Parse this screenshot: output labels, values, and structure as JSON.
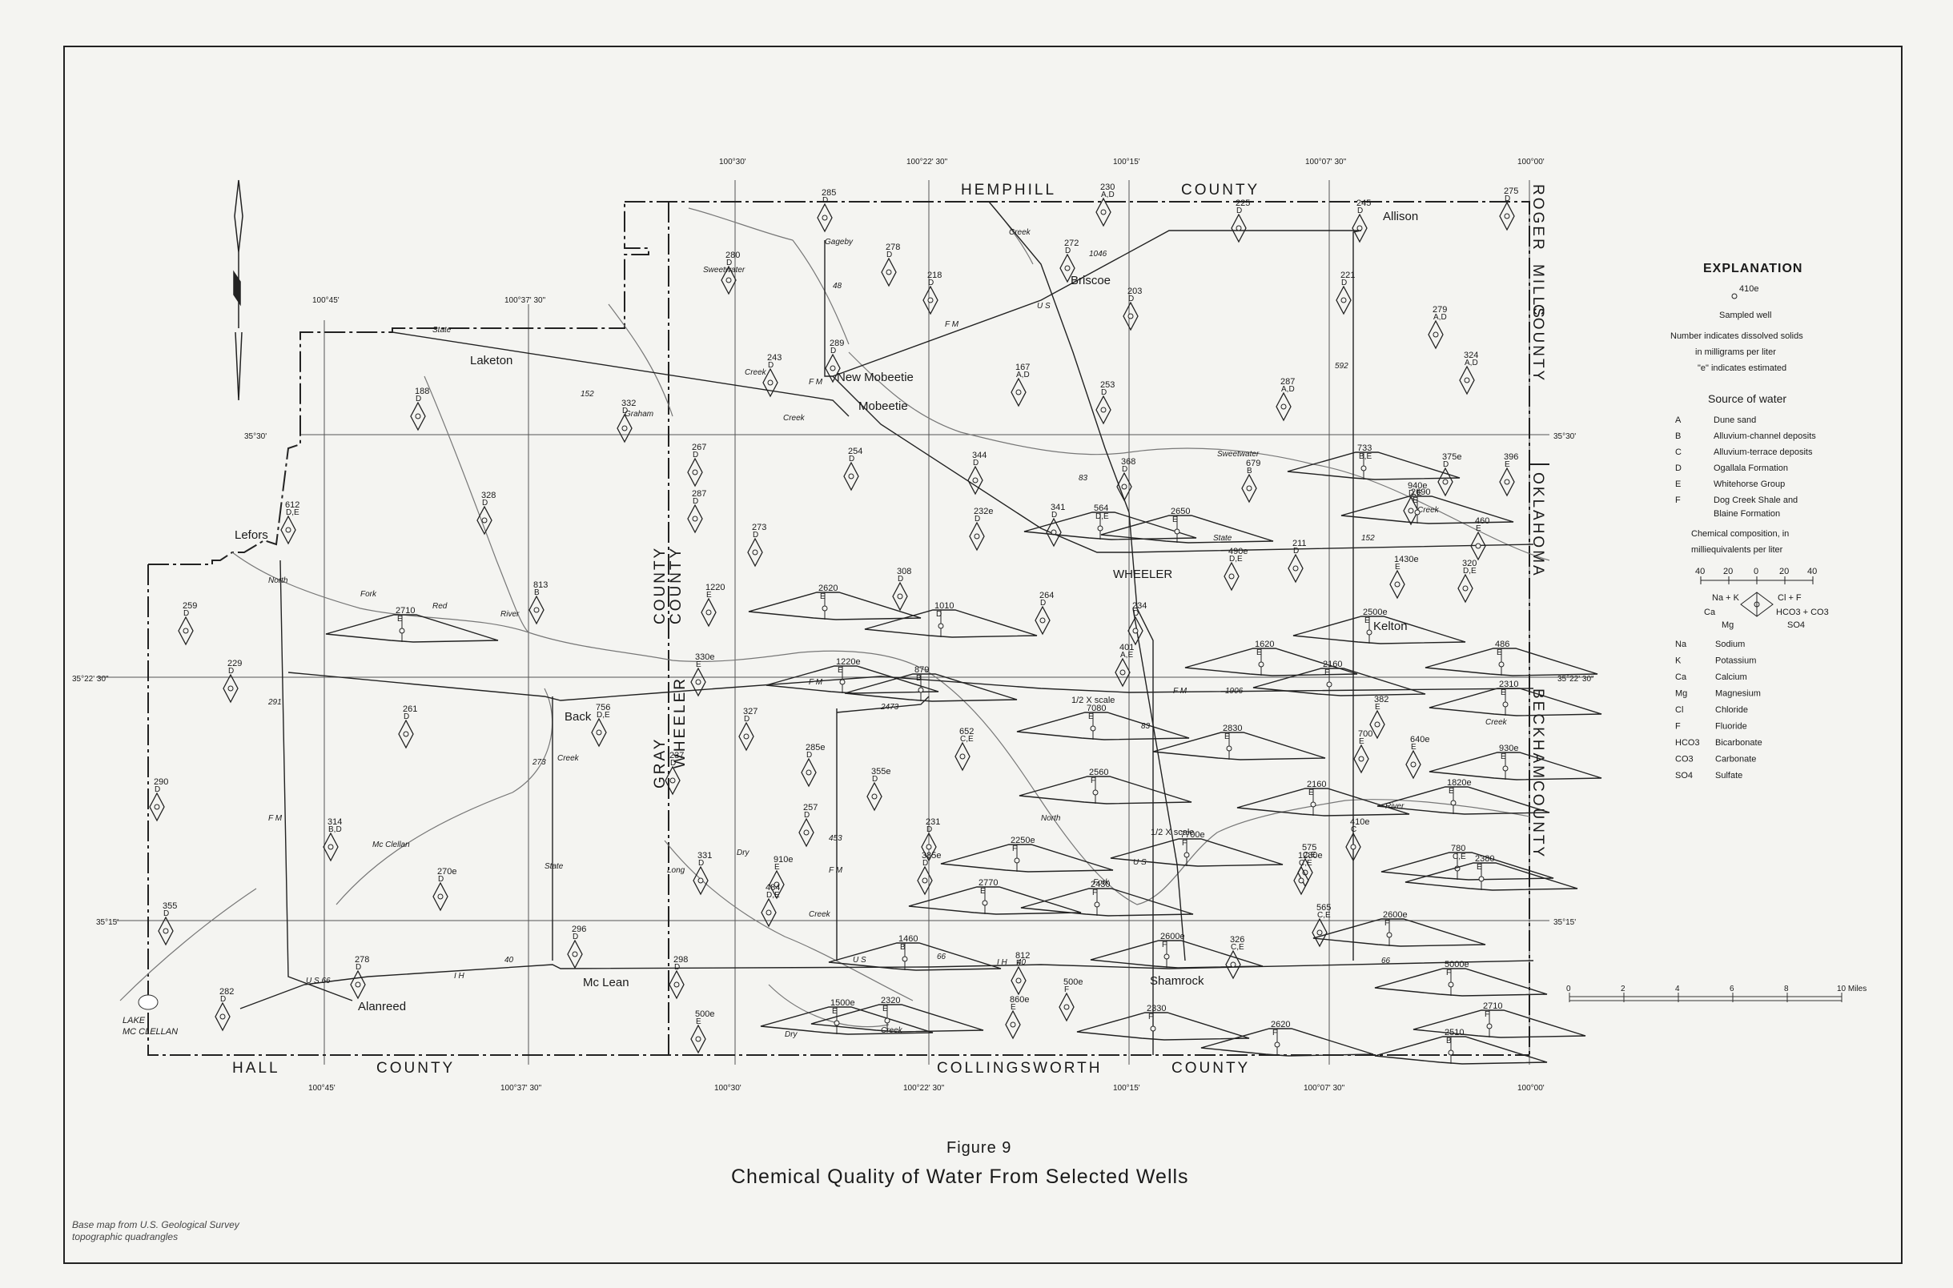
{
  "counties": {
    "hemphill": "HEMPHILL",
    "hemphill_suffix": "COUNTY",
    "roger_mills": "ROGER",
    "roger_mills_2": "MILLS",
    "roger_mills_3": "COUNTY",
    "oklahoma": "OKLAHOMA",
    "beckham": "BECKHAM",
    "beckham_2": "COUNTY",
    "gray": "GRAY",
    "gray_county": "COUNTY",
    "wheeler": "WHEELER",
    "wheeler_county": "COUNTY",
    "hall": "HALL",
    "hall_county": "COUNTY",
    "collingsworth": "COLLINGSWORTH",
    "collingsworth_county": "COUNTY"
  },
  "towns": {
    "allison": "Allison",
    "briscoe": "Briscoe",
    "new_mobeetie": "New Mobeetie",
    "mobeetie": "Mobeetie",
    "laketon": "Laketon",
    "lefors": "Lefors",
    "wheeler": "WHEELER",
    "kelton": "Kelton",
    "back": "Back",
    "mclean": "Mc Lean",
    "alanreed": "Alanreed",
    "shamrock": "Shamrock",
    "lake": "LAKE",
    "lake_2": "MC CLELLAN"
  },
  "coords": {
    "top_100_30": "100°30'",
    "top_100_22_30": "100°22' 30\"",
    "top_100_15": "100°15'",
    "top_100_07_30": "100°07' 30\"",
    "top_100_00": "100°00'",
    "left_100_45": "100°45'",
    "left_100_37_30": "100°37' 30\"",
    "lat_35_30": "35°30'",
    "lat_35_22_30": "35°22' 30\"",
    "lat_35_15": "35°15'",
    "bot_100_45": "100°45'",
    "bot_100_37_30": "100°37' 30\"",
    "bot_100_30": "100°30'",
    "bot_100_22_30": "100°22' 30\"",
    "bot_100_15": "100°15'",
    "bot_100_07_30": "100°07' 30\"",
    "bot_100_00": "100°00'"
  },
  "roads": {
    "state": "State",
    "fm": "F M",
    "us": "U S",
    "n152": "152",
    "n1046": "1046",
    "n592": "592",
    "n48": "48",
    "n1906": "1906",
    "n2473": "2473",
    "n291": "291",
    "n273": "273",
    "n453": "453",
    "n66": "66",
    "ih40": "I H",
    "n40": "40",
    "us66": "U S  66",
    "n83": "83"
  },
  "waters": {
    "gageby": "Gageby",
    "sweetwater": "Sweetwater",
    "creek": "Creek",
    "north_fork": "North",
    "fork": "Fork",
    "red": "Red",
    "river": "River",
    "mcclellan": "Mc Clellan",
    "long": "Long",
    "dry": "Dry",
    "grapevine": "Graham"
  },
  "scale_notes": {
    "half_scale_1": "1/2  X  scale",
    "half_scale_2": "1/2  X  scale"
  },
  "wells": [
    {
      "num": "285",
      "src": "D"
    },
    {
      "num": "230",
      "src": "A,D"
    },
    {
      "num": "272",
      "src": "D"
    },
    {
      "num": "225",
      "src": "D"
    },
    {
      "num": "245",
      "src": "D"
    },
    {
      "num": "275",
      "src": "D"
    },
    {
      "num": "280",
      "src": "D"
    },
    {
      "num": "278",
      "src": "D"
    },
    {
      "num": "218",
      "src": "D"
    },
    {
      "num": "203",
      "src": "D"
    },
    {
      "num": "221",
      "src": "D"
    },
    {
      "num": "289",
      "src": "D"
    },
    {
      "num": "243",
      "src": "D"
    },
    {
      "num": "279",
      "src": "A,D"
    },
    {
      "num": "188",
      "src": "D"
    },
    {
      "num": "167",
      "src": "A,D"
    },
    {
      "num": "253",
      "src": "D"
    },
    {
      "num": "287",
      "src": "A,D"
    },
    {
      "num": "324",
      "src": "A,D"
    },
    {
      "num": "332",
      "src": "D"
    },
    {
      "num": "267",
      "src": "D"
    },
    {
      "num": "254",
      "src": "D"
    },
    {
      "num": "344",
      "src": "D"
    },
    {
      "num": "368",
      "src": "D"
    },
    {
      "num": "679",
      "src": "B"
    },
    {
      "num": "733",
      "src": "B,E"
    },
    {
      "num": "940e",
      "src": "D,E"
    },
    {
      "num": "375e",
      "src": "D"
    },
    {
      "num": "396",
      "src": "E"
    },
    {
      "num": "612",
      "src": "D,E"
    },
    {
      "num": "328",
      "src": "D"
    },
    {
      "num": "287",
      "src": "D"
    },
    {
      "num": "273",
      "src": "D"
    },
    {
      "num": "232e",
      "src": "D"
    },
    {
      "num": "341",
      "src": "D"
    },
    {
      "num": "564",
      "src": "D,E"
    },
    {
      "num": "2650",
      "src": "E"
    },
    {
      "num": "2690",
      "src": "E"
    },
    {
      "num": "460",
      "src": "E"
    },
    {
      "num": "308",
      "src": "D"
    },
    {
      "num": "211",
      "src": "D"
    },
    {
      "num": "490e",
      "src": "D,E"
    },
    {
      "num": "1430e",
      "src": "E"
    },
    {
      "num": "320",
      "src": "D,E"
    },
    {
      "num": "813",
      "src": "B"
    },
    {
      "num": "1220",
      "src": "E"
    },
    {
      "num": "2620",
      "src": "E"
    },
    {
      "num": "259",
      "src": "D"
    },
    {
      "num": "1010",
      "src": "D"
    },
    {
      "num": "264",
      "src": "D"
    },
    {
      "num": "234",
      "src": "D"
    },
    {
      "num": "2500e",
      "src": "E"
    },
    {
      "num": "2710",
      "src": "E"
    },
    {
      "num": "401",
      "src": "A,E"
    },
    {
      "num": "1620",
      "src": "E"
    },
    {
      "num": "486",
      "src": "E"
    },
    {
      "num": "330e",
      "src": "E"
    },
    {
      "num": "1220e",
      "src": "E"
    },
    {
      "num": "879",
      "src": "B"
    },
    {
      "num": "2160",
      "src": "E"
    },
    {
      "num": "229",
      "src": "D"
    },
    {
      "num": "261",
      "src": "D"
    },
    {
      "num": "327",
      "src": "D"
    },
    {
      "num": "756",
      "src": "D,E"
    },
    {
      "num": "652",
      "src": "C,E"
    },
    {
      "num": "7080",
      "src": "E"
    },
    {
      "num": "382",
      "src": "E"
    },
    {
      "num": "2310",
      "src": "E"
    },
    {
      "num": "290",
      "src": "D"
    },
    {
      "num": "237",
      "src": "D"
    },
    {
      "num": "285e",
      "src": "D"
    },
    {
      "num": "355e",
      "src": "D"
    },
    {
      "num": "2830",
      "src": "E"
    },
    {
      "num": "640e",
      "src": "E"
    },
    {
      "num": "700",
      "src": "E"
    },
    {
      "num": "930e",
      "src": "E"
    },
    {
      "num": "314",
      "src": "B,D"
    },
    {
      "num": "257",
      "src": "D"
    },
    {
      "num": "231",
      "src": "D"
    },
    {
      "num": "2560",
      "src": "F"
    },
    {
      "num": "2160",
      "src": "E"
    },
    {
      "num": "1820e",
      "src": "E"
    },
    {
      "num": "270e",
      "src": "D"
    },
    {
      "num": "331",
      "src": "D"
    },
    {
      "num": "910e",
      "src": "E"
    },
    {
      "num": "385e",
      "src": "D"
    },
    {
      "num": "2250e",
      "src": "F"
    },
    {
      "num": "7700e",
      "src": "F"
    },
    {
      "num": "575",
      "src": "C,E"
    },
    {
      "num": "410e",
      "src": "C"
    },
    {
      "num": "780",
      "src": "C,E"
    },
    {
      "num": "1280e",
      "src": "C,E"
    },
    {
      "num": "2380",
      "src": "E"
    },
    {
      "num": "355",
      "src": "D"
    },
    {
      "num": "296",
      "src": "D"
    },
    {
      "num": "484",
      "src": "D,E"
    },
    {
      "num": "2770",
      "src": "E"
    },
    {
      "num": "2430",
      "src": "F"
    },
    {
      "num": "565",
      "src": "C,E"
    },
    {
      "num": "2600e",
      "src": "F"
    },
    {
      "num": "278",
      "src": "D"
    },
    {
      "num": "298",
      "src": "D"
    },
    {
      "num": "1460",
      "src": "B"
    },
    {
      "num": "812",
      "src": "E"
    },
    {
      "num": "2600e",
      "src": "F"
    },
    {
      "num": "326",
      "src": "C,E"
    },
    {
      "num": "5000e",
      "src": "F"
    },
    {
      "num": "282",
      "src": "D"
    },
    {
      "num": "500e",
      "src": "E"
    },
    {
      "num": "1500e",
      "src": "E"
    },
    {
      "num": "500e",
      "src": "F"
    },
    {
      "num": "2330",
      "src": "F"
    },
    {
      "num": "2620",
      "src": "F"
    },
    {
      "num": "2710",
      "src": "F"
    },
    {
      "num": "2320",
      "src": "E"
    },
    {
      "num": "860e",
      "src": "E"
    },
    {
      "num": "2510",
      "src": "B"
    }
  ],
  "explanation": {
    "title": "EXPLANATION",
    "sample_num": "410e",
    "sampled_well": "Sampled well",
    "desc1": "Number indicates dissolved solids",
    "desc2": "in milligrams per liter",
    "desc3": "\"e\" indicates estimated",
    "source_title": "Source of water",
    "sources": [
      {
        "code": "A",
        "label": "Dune sand"
      },
      {
        "code": "B",
        "label": "Alluvium-channel deposits"
      },
      {
        "code": "C",
        "label": "Alluvium-terrace deposits"
      },
      {
        "code": "D",
        "label": "Ogallala Formation"
      },
      {
        "code": "E",
        "label": "Whitehorse Group"
      },
      {
        "code": "F",
        "label": "Dog Creek Shale and"
      }
    ],
    "source_f_2": "Blaine Formation",
    "chem_title1": "Chemical composition, in",
    "chem_title2": "milliequivalents per liter",
    "scale_ticks": [
      "40",
      "20",
      "0",
      "20",
      "40"
    ],
    "na_k": "Na + K",
    "cl_f": "Cl + F",
    "ca": "Ca",
    "mg": "Mg",
    "hco3_co3": "HCO3 + CO3",
    "so4": "SO4",
    "ions": [
      {
        "code": "Na",
        "label": "Sodium"
      },
      {
        "code": "K",
        "label": "Potassium"
      },
      {
        "code": "Ca",
        "label": "Calcium"
      },
      {
        "code": "Mg",
        "label": "Magnesium"
      },
      {
        "code": "Cl",
        "label": "Chloride"
      },
      {
        "code": "F",
        "label": "Fluoride"
      },
      {
        "code": "HCO3",
        "label": "Bicarbonate"
      },
      {
        "code": "CO3",
        "label": "Carbonate"
      },
      {
        "code": "SO4",
        "label": "Sulfate"
      }
    ]
  },
  "miles_scale": {
    "ticks": [
      "0",
      "2",
      "4",
      "6",
      "8",
      "10 Miles"
    ]
  },
  "figure": {
    "label": "Figure 9",
    "caption": "Chemical Quality of Water From Selected Wells"
  },
  "credit": {
    "line1": "Base map from U.S. Geological Survey",
    "line2": "topographic quadrangles"
  }
}
